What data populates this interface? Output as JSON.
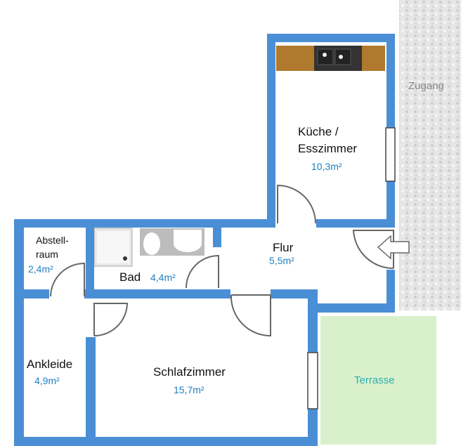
{
  "rooms": {
    "kueche": {
      "name_line1": "Küche /",
      "name_line2": "Esszimmer",
      "area": "10,3m²"
    },
    "flur": {
      "name": "Flur",
      "area": "5,5m²"
    },
    "abstellraum": {
      "name_line1": "Abstell-",
      "name_line2": "raum",
      "area": "2,4m²"
    },
    "bad": {
      "name": "Bad",
      "area": "4,4m²"
    },
    "ankleide": {
      "name": "Ankleide",
      "area": "4,9m²"
    },
    "schlafzimmer": {
      "name": "Schlafzimmer",
      "area": "15,7m²"
    },
    "terrasse": {
      "name": "Terrasse"
    },
    "zugang": {
      "name": "Zugang"
    }
  },
  "colors": {
    "wall": "#4a8fd6",
    "area_text": "#1f7fc0",
    "terrace": "#d9f0cc",
    "path": "#dedede"
  }
}
